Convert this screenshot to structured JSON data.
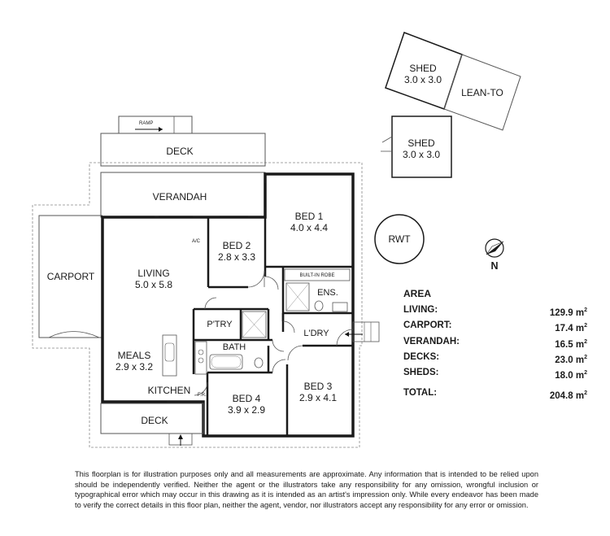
{
  "rooms": {
    "deck_top": "DECK",
    "ramp": "RAMP",
    "verandah": "VERANDAH",
    "bed1": {
      "name": "BED 1",
      "size": "4.0 x 4.4"
    },
    "bed2": {
      "name": "BED 2",
      "size": "2.8 x 3.3"
    },
    "ac": "A/C",
    "built_in_robe": "BUILT-IN ROBE",
    "ens": "ENS.",
    "living": {
      "name": "LIVING",
      "size": "5.0 x 5.8"
    },
    "carport": "CARPORT",
    "pantry": "P'TRY",
    "laundry": "L'DRY",
    "bath": "BATH",
    "meals": {
      "name": "MEALS",
      "size": "2.9 x 3.2"
    },
    "kitchen": "KITCHEN",
    "fridge": "F.R.",
    "bed3": {
      "name": "BED 3",
      "size": "2.9 x 4.1"
    },
    "bed4": {
      "name": "BED 4",
      "size": "3.9 x 2.9"
    },
    "deck_bottom": "DECK"
  },
  "outbuildings": {
    "shed1": {
      "name": "SHED",
      "size": "3.0 x 3.0"
    },
    "lean_to": "LEAN-TO",
    "shed2": {
      "name": "SHED",
      "size": "3.0 x 3.0"
    },
    "rwt": "RWT"
  },
  "compass": {
    "label": "N"
  },
  "area": {
    "title": "AREA",
    "unit": "m",
    "unit_power": "2",
    "rows": [
      {
        "label": "LIVING:",
        "value": "129.9"
      },
      {
        "label": "CARPORT:",
        "value": "17.4"
      },
      {
        "label": "VERANDAH:",
        "value": "16.5"
      },
      {
        "label": "DECKS:",
        "value": "23.0"
      },
      {
        "label": "SHEDS:",
        "value": "18.0"
      }
    ],
    "total": {
      "label": "TOTAL:",
      "value": "204.8"
    }
  },
  "disclaimer": "This floorplan is for illustration purposes only and all measurements are approximate. Any information that is intended to be relied upon should be independently verified. Neither the agent or the illustrators take any responsibility for any omission, wrongful inclusion or typographical error which may occur in this drawing as it is intended as an artist's impression only. While every endeavor has been made to verify the correct details in this floor plan, neither the agent, vendor, nor illustrators accept any responsibility for any error or omission."
}
